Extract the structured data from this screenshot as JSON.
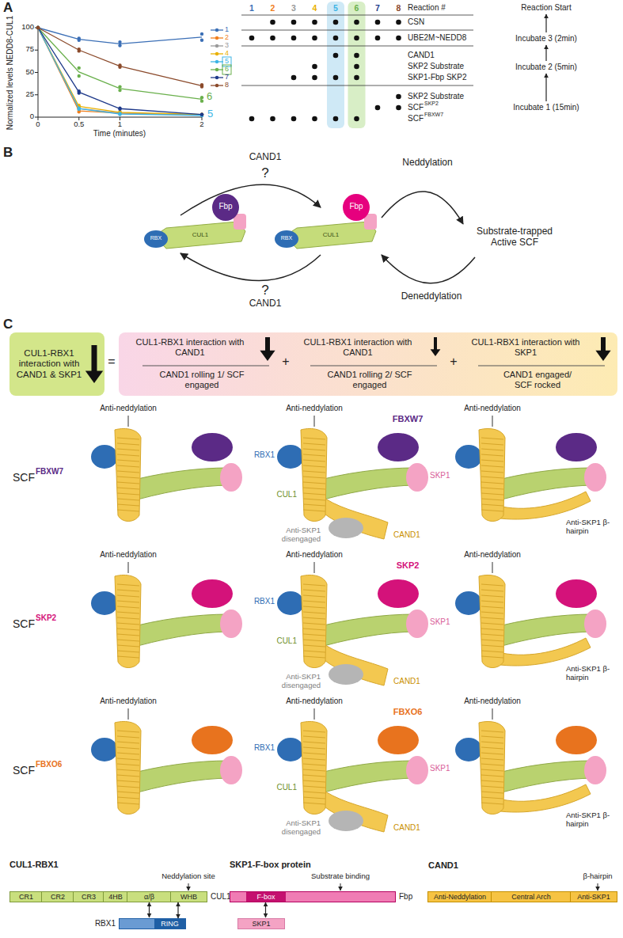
{
  "diagram": {
    "nodes": [
      {
        "text": [
          "CUL1-RBX1 interaction with CAND1 & SKP1"
        ]
      },
      {
        "text": [
          "CUL1-RBX1 interaction with CAND1",
          "CAND1 rolling 1/ SCF engaged",
          "CUL1-RBX1 interaction with CAND1",
          "CAND1 rolling 2/ SCF engaged",
          "CUL1-RBX1 interaction with SKP1",
          "CAND1 engaged/ SCF rocked"
        ]
      },
      {
        "text": [
          "CUL1"
        ]
      },
      {
        "text": [
          "CR1"
        ],
        "in": 2
      },
      {
        "text": [
          "CR2"
        ],
        "in": 2
      },
      {
        "text": [
          "CR3"
        ],
        "in": 2
      },
      {
        "text": [
          "4HB"
        ],
        "in": 2
      },
      {
        "text": [
          "α/β"
        ],
        "in": 2
      },
      {
        "text": [
          "WHB"
        ],
        "in": 2
      },
      {
        "text": [
          "RBX1"
        ]
      },
      {
        "text": [
          "RING"
        ],
        "in": 9
      },
      {
        "text": [
          "Fbp"
        ]
      },
      {
        "text": [
          "F-box"
        ],
        "in": 11
      },
      {
        "text": [
          "SKP1"
        ]
      },
      {
        "text": [
          "CAND1"
        ]
      },
      {
        "text": [
          "Anti-Neddylation"
        ],
        "in": 14
      },
      {
        "text": [
          "Central Arch"
        ],
        "in": 14
      },
      {
        "text": [
          "Anti-SKP1"
        ],
        "in": 14
      }
    ],
    "edges": [
      {
        "from": 7,
        "to": 9,
        "arrow": "both"
      },
      {
        "from": 8,
        "to": 10,
        "arrow": "both"
      },
      {
        "from": 12,
        "to": 13,
        "arrow": "both"
      }
    ],
    "labels": [
      "A",
      "Normalized levels NEDD8-CUL1",
      "100",
      "75",
      "50",
      "25",
      "0",
      "0",
      "0.5",
      "1",
      "2",
      "Time (minutes)",
      "6",
      "5",
      "1",
      "2",
      "3",
      "4",
      "5",
      "6",
      "7",
      "8",
      "Reaction #",
      "CSN",
      "UBE2M~NEDD8",
      "CAND1",
      "SKP2 Substrate",
      "SKP1-Fbp SKP2",
      "SKP2 Substrate",
      "SCF",
      "SKP2",
      "SCF",
      "FBXW7",
      "Reaction Start",
      "Incubate 3 (2min)",
      "Incubate 2 (5min)",
      "Incubate 1 (15min)",
      "B",
      "CAND1",
      "?",
      "Fbp",
      "RBX",
      "CUL1",
      "Fbp",
      "RBX",
      "CUL1",
      "Neddylation",
      "Substrate-trapped Active SCF",
      "Deneddylation",
      "?",
      "CAND1",
      "C",
      "=",
      "+",
      "+",
      "SCF",
      "FBXW7",
      "Anti-neddylation",
      "Anti-neddylation",
      "FBXW7",
      "RBX1",
      "CUL1",
      "SKP1",
      "Anti-SKP1 disengaged",
      "CAND1",
      "Anti-neddylation",
      "Anti-SKP1 β-hairpin",
      "SCF",
      "SKP2",
      "Anti-neddylation",
      "Anti-neddylation",
      "SKP2",
      "RBX1",
      "CUL1",
      "SKP1",
      "Anti-SKP1 disengaged",
      "CAND1",
      "Anti-neddylation",
      "Anti-SKP1 β-hairpin",
      "SCF",
      "FBXO6",
      "Anti-neddylation",
      "Anti-neddylation",
      "FBXO6",
      "RBX1",
      "CUL1",
      "SKP1",
      "Anti-SKP1 disengaged",
      "CAND1",
      "Anti-neddylation",
      "Anti-SKP1 β-hairpin",
      "CUL1-RBX1",
      "SKP1-F-box protein",
      "Neddylation site",
      "Substrate binding",
      "β-hairpin"
    ],
    "legend": [
      {
        "text": "1",
        "color": "#3b6fb6"
      },
      {
        "text": "2",
        "color": "#f07f1e"
      },
      {
        "text": "3",
        "color": "#9a9a9a"
      },
      {
        "text": "4",
        "color": "#e9b000"
      },
      {
        "text": "5",
        "color": "#3cb4e5"
      },
      {
        "text": "6",
        "color": "#6ab04c"
      },
      {
        "text": "7",
        "color": "#1f3a8a"
      },
      {
        "text": "8",
        "color": "#8b4a2b"
      }
    ]
  }
}
